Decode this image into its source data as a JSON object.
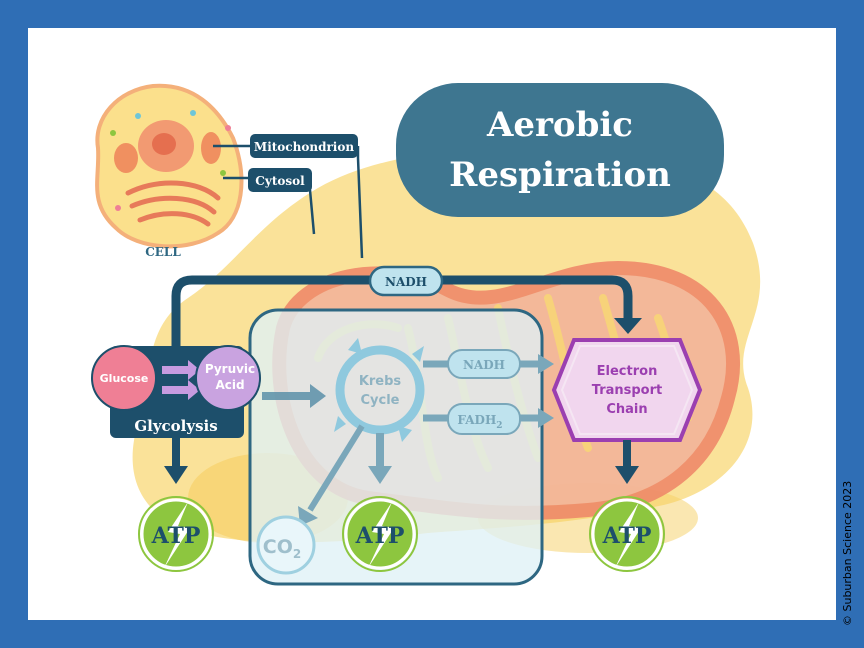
{
  "title": {
    "line1": "Aerobic",
    "line2": "Respiration"
  },
  "cell": {
    "label": "CELL",
    "callout_mitochondrion": "Mitochondrion",
    "callout_cytosol": "Cytosol"
  },
  "glycolysis": {
    "label": "Glycolysis",
    "glucose": "Glucose",
    "pyruvic_line1": "Pyruvic",
    "pyruvic_line2": "Acid"
  },
  "krebs": {
    "line1": "Krebs",
    "line2": "Cycle"
  },
  "carriers": {
    "nadh_top": "NADH",
    "nadh_mid": "NADH",
    "fadh": "FADH",
    "fadh_sub": "2"
  },
  "etc": {
    "line1": "Electron",
    "line2": "Transport",
    "line3": "Chain"
  },
  "outputs": {
    "atp_left": "ATP",
    "atp_mid": "ATP",
    "atp_right": "ATP",
    "co2": "CO",
    "co2_sub": "2"
  },
  "copyright": "© Suburban Science 2023",
  "colors": {
    "border": "#2f6eb5",
    "navy": "#1d4f6b",
    "title_pill": "#3e7690",
    "yellow": "#f8d877",
    "orange": "#f29a72",
    "glucose": "#ef7f95",
    "pyruvic": "#c9a3e0",
    "etc_purple": "#9b3fb0",
    "atp_green": "#8dc63f",
    "krebs_box": "#dff1f6"
  },
  "icons": [
    "cell-illustration",
    "mitochondrion-illustration",
    "arrow-icon",
    "lightning-icon"
  ]
}
